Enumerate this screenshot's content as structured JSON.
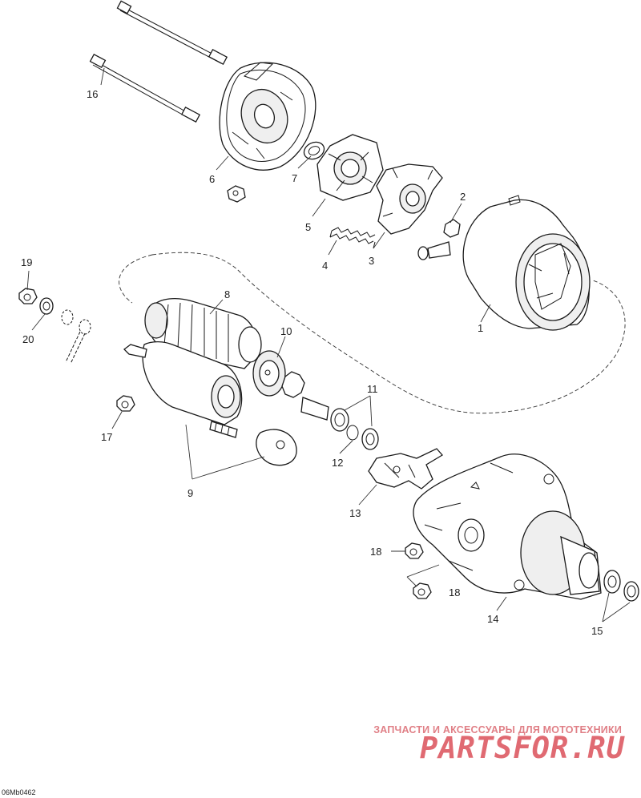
{
  "diagram": {
    "reference_code": "06Mb0462",
    "watermark": {
      "tagline": "ЗАПЧАСТИ И АКСЕССУАРЫ ДЛЯ МОТОТЕХНИКИ",
      "logo": "PARTSFOR.RU"
    },
    "callouts": {
      "c1": "1",
      "c2": "2",
      "c3": "3",
      "c4": "4",
      "c5": "5",
      "c6": "6",
      "c7": "7",
      "c8": "8",
      "c9": "9",
      "c10": "10",
      "c11": "11",
      "c12": "12",
      "c13": "13",
      "c14": "14",
      "c15": "15",
      "c16": "16",
      "c17": "17",
      "c18a": "18",
      "c18b": "18",
      "c19": "19",
      "c20": "20"
    }
  }
}
